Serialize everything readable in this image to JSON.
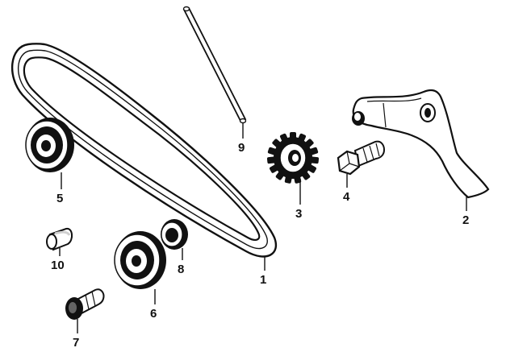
{
  "colors": {
    "line": "#111111",
    "paper": "#ffffff",
    "shade": "#cfcfcf"
  },
  "parts": [
    {
      "id": "1",
      "name": "chain",
      "icon": "timing-chain-icon"
    },
    {
      "id": "2",
      "name": "guide-bracket",
      "icon": "bracket-icon"
    },
    {
      "id": "3",
      "name": "sprocket",
      "icon": "sprocket-icon"
    },
    {
      "id": "4",
      "name": "bolt",
      "icon": "bolt-icon"
    },
    {
      "id": "5",
      "name": "roller",
      "icon": "roller-icon"
    },
    {
      "id": "6",
      "name": "roller",
      "icon": "roller-icon"
    },
    {
      "id": "7",
      "name": "bolt",
      "icon": "bolt-icon"
    },
    {
      "id": "8",
      "name": "washer",
      "icon": "washer-icon"
    },
    {
      "id": "9",
      "name": "pin",
      "icon": "pin-icon"
    },
    {
      "id": "10",
      "name": "collar",
      "icon": "collar-icon"
    }
  ]
}
